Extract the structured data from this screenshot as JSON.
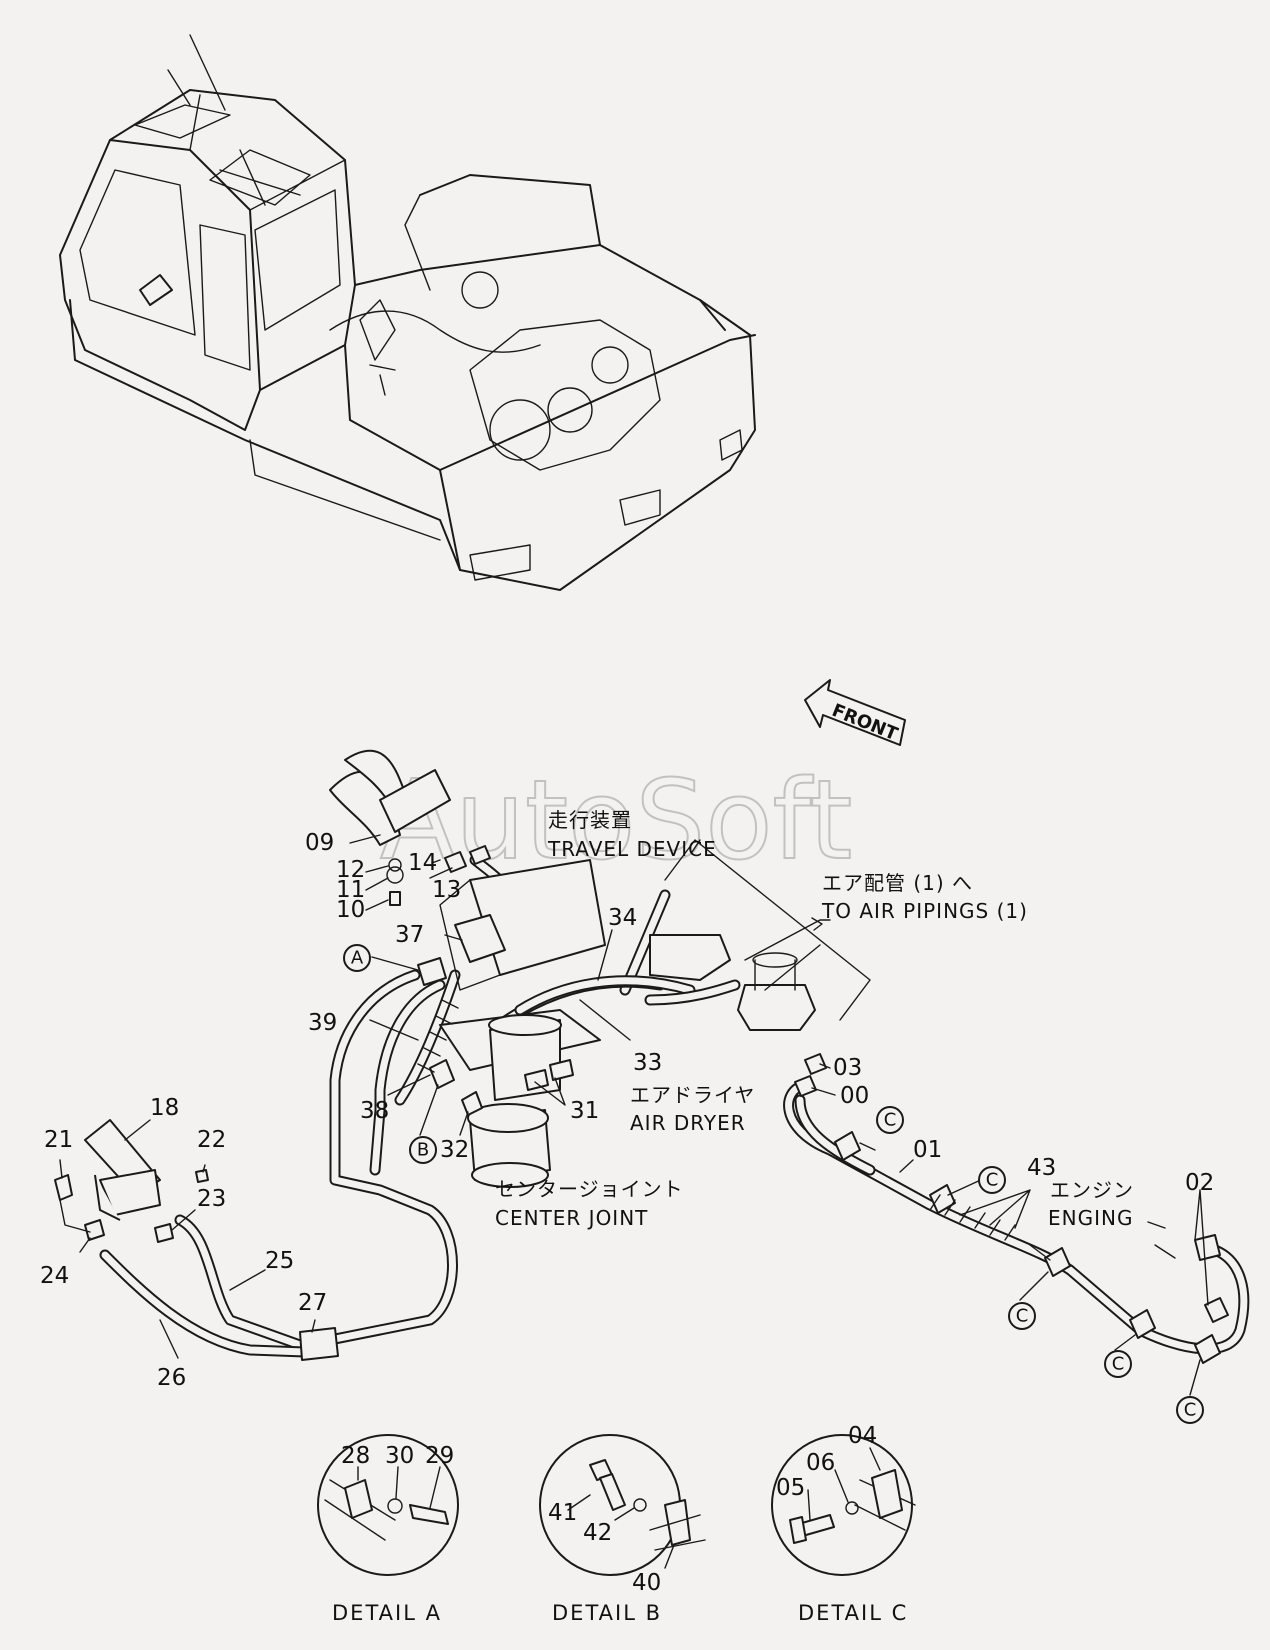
{
  "watermark": "AutoSoft",
  "front_arrow": "FRONT",
  "part_numbers": [
    "09",
    "12",
    "11",
    "10",
    "14",
    "13",
    "37",
    "34",
    "33",
    "31",
    "32",
    "38",
    "39",
    "18",
    "21",
    "22",
    "23",
    "24",
    "25",
    "26",
    "27",
    "03",
    "00",
    "01",
    "43",
    "02"
  ],
  "callout_letters": [
    "A",
    "B",
    "C"
  ],
  "notes": {
    "travel_jp": "走行装置",
    "travel_en": "TRAVEL DEVICE",
    "air_jp": "エア配管 (1) へ",
    "air_en": "TO AIR PIPINGS (1)",
    "dryer_jp": "エアドライヤ",
    "dryer_en": "AIR DRYER",
    "center_jp": "センタージョイント",
    "center_en": "CENTER JOINT",
    "engine_jp": "エンジン",
    "engine_en": "ENGING"
  },
  "details": [
    {
      "caption": "DETAIL A",
      "parts": [
        "28",
        "30",
        "29"
      ]
    },
    {
      "caption": "DETAIL B",
      "parts": [
        "41",
        "42",
        "40"
      ]
    },
    {
      "caption": "DETAIL C",
      "parts": [
        "04",
        "06",
        "05"
      ]
    }
  ]
}
